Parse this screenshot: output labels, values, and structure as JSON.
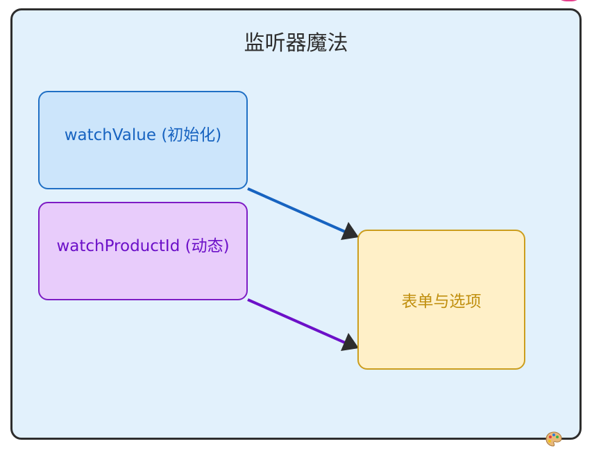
{
  "diagram": {
    "title": "监听器魔法",
    "nodes": {
      "watch_value": "watchValue (初始化)",
      "watch_product_id": "watchProductId (动态)",
      "form_options": "表单与选项"
    },
    "edges": [
      {
        "from": "watch_value",
        "to": "form_options",
        "color": "#1763c0"
      },
      {
        "from": "watch_product_id",
        "to": "form_options",
        "color": "#6c10c8"
      }
    ]
  },
  "colors": {
    "frame_bg": "#e2f1fc",
    "frame_border": "#2d2d2d",
    "blue_node_bg": "#cce5fb",
    "purple_node_bg": "#e8ccfb",
    "yellow_node_bg": "#fff0c8",
    "arrowhead": "#2d2d2d"
  },
  "icons": [
    "palette-icon"
  ]
}
